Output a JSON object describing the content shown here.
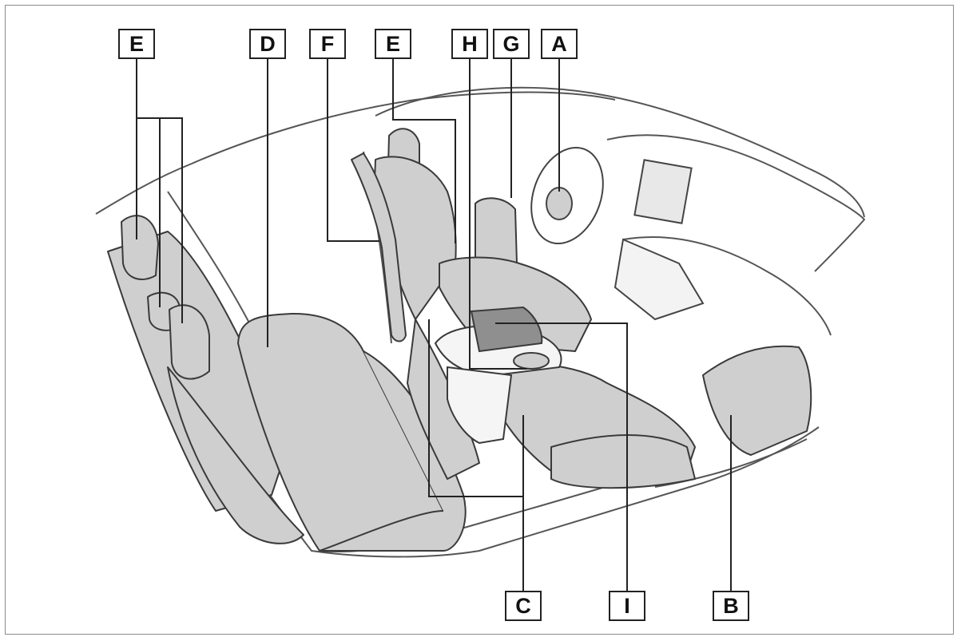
{
  "colors": {
    "seat_fill": "#cfcfcf",
    "seat_stroke": "#3a3a3a",
    "dark_area": "#8f8f8f",
    "line": "#222222",
    "outline": "#555555"
  },
  "callouts": [
    {
      "id": "E1",
      "text": "E"
    },
    {
      "id": "D",
      "text": "D"
    },
    {
      "id": "F",
      "text": "F"
    },
    {
      "id": "E2",
      "text": "E"
    },
    {
      "id": "H",
      "text": "H"
    },
    {
      "id": "G",
      "text": "G"
    },
    {
      "id": "A",
      "text": "A"
    },
    {
      "id": "C",
      "text": "C"
    },
    {
      "id": "I",
      "text": "I"
    },
    {
      "id": "B",
      "text": "B"
    }
  ]
}
